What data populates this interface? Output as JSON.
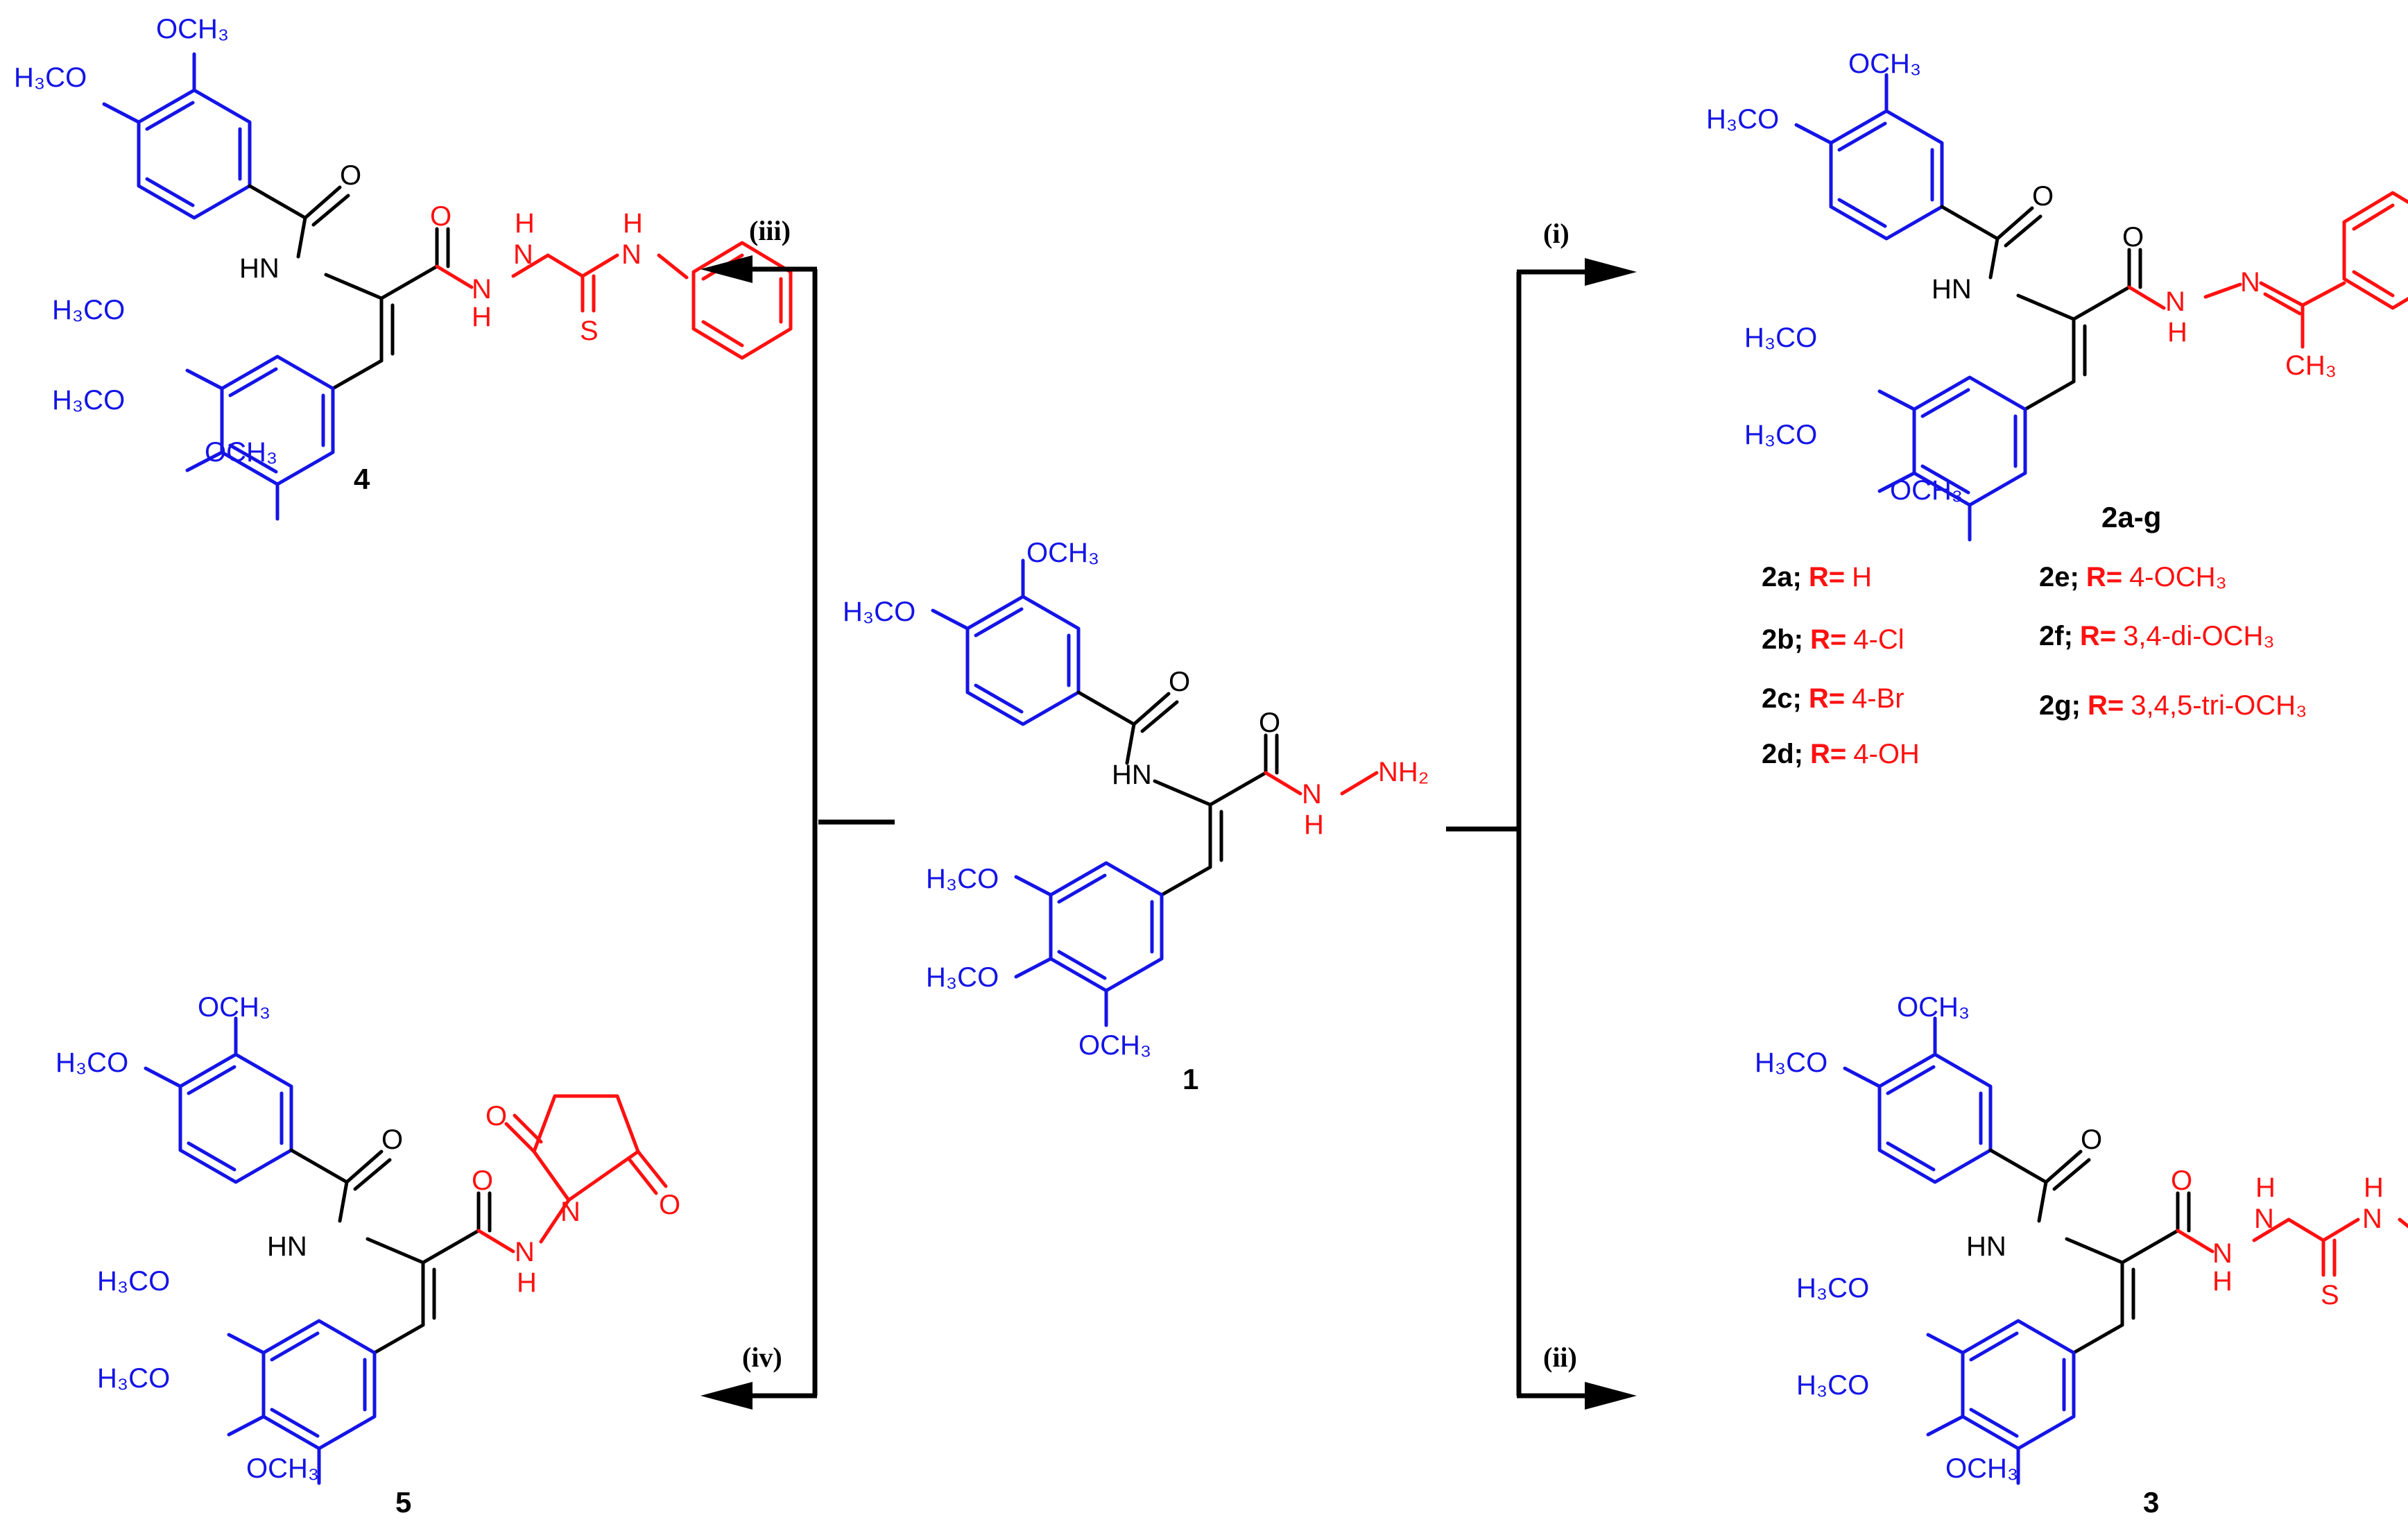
{
  "labels": {
    "och3": "OCH₃",
    "h3co": "H₃CO",
    "o": "O",
    "s": "S",
    "hn": "HN",
    "nh": "N",
    "h": "H",
    "nh2": "NH₂",
    "r": "R",
    "ch3": "CH₃"
  },
  "compounds": {
    "c1": "1",
    "c2": "2a-g",
    "c3": "3",
    "c4": "4",
    "c5": "5"
  },
  "conditions": {
    "i": "(i)",
    "ii": "(ii)",
    "iii": "(iii)",
    "iv": "(iv)"
  },
  "substituents": [
    {
      "num": "2a;",
      "r": "R=",
      "val": "H"
    },
    {
      "num": "2b;",
      "r": "R=",
      "val": "4-Cl"
    },
    {
      "num": "2c;",
      "r": "R=",
      "val": "4-Br"
    },
    {
      "num": "2d;",
      "r": "R=",
      "val": "4-OH"
    },
    {
      "num": "2e;",
      "r": "R=",
      "val": "4-OCH₃"
    },
    {
      "num": "2f;",
      "r": "R=",
      "val": "3,4-di-OCH₃"
    },
    {
      "num": "2g;",
      "r": "R=",
      "val": "3,4,5-tri-OCH₃"
    }
  ],
  "colors": {
    "core": "#000000",
    "benzoyl_trimethoxy": "#1414e6",
    "modified_group": "#ff1010"
  }
}
